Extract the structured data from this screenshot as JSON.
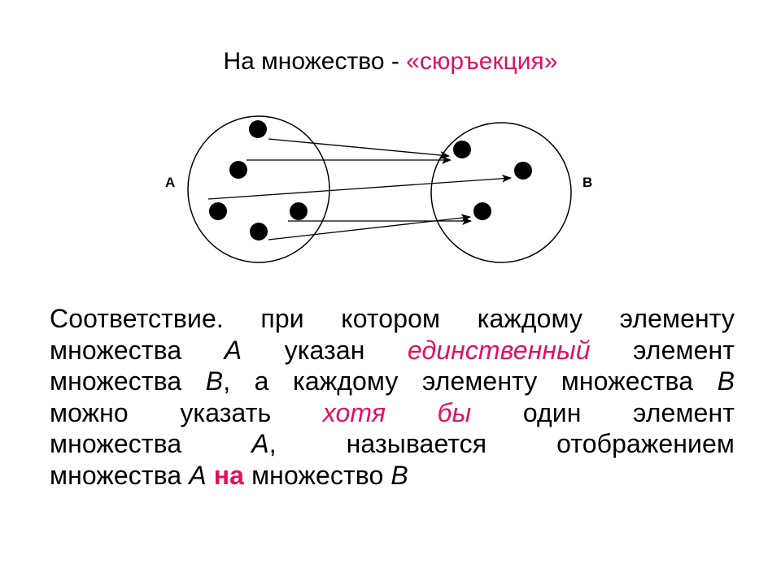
{
  "slide": {
    "title_prefix": "На множество - ",
    "title_highlight": "«сюръекция»"
  },
  "diagram": {
    "set_a_label": "А",
    "set_b_label": "В"
  },
  "definition": {
    "line1": "Соответствие. при котором каждому элементу",
    "line2_a": "множества ",
    "line2_b": "А",
    "line2_c": " указан ",
    "line2_d": "единственный",
    "line2_e": " элемент",
    "line3_a": "множества ",
    "line3_b": "В",
    "line3_c": ", а каждому элементу множества ",
    "line3_d": "В",
    "line4_a": "можно указать ",
    "line4_b": "хотя бы",
    "line4_c": " один элемент",
    "line5_a": "множества ",
    "line5_b": "А",
    "line5_c": ", называется отображением",
    "line6_a": "множества ",
    "line6_b": "А",
    "line6_c": " ",
    "line6_d": "на",
    "line6_e": " множество ",
    "line6_f": "В"
  },
  "colors": {
    "highlight": "#e0115f",
    "text": "#000000"
  }
}
